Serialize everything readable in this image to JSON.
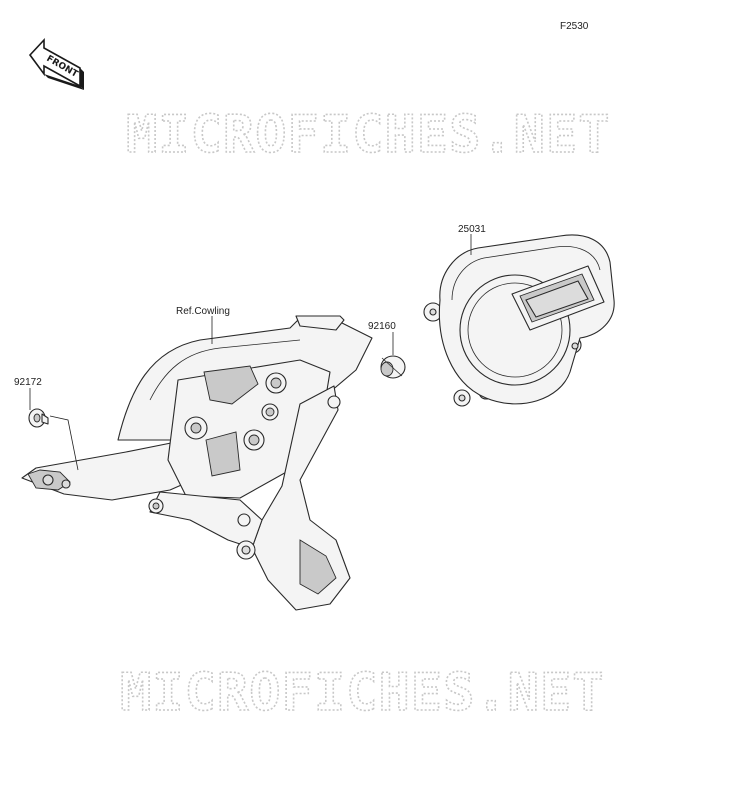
{
  "diagram": {
    "figure_code": "F2530",
    "front_indicator": "FRONT",
    "watermark_text": "MICROFICHES.NET",
    "callouts": {
      "meter_assembly": "25031",
      "grommet": "92160",
      "reference_cowling": "Ref.Cowling",
      "bolt": "92172"
    },
    "colors": {
      "line": "#2a2a2a",
      "fill": "#f4f4f4",
      "shade": "#c9c9c9",
      "watermark": "#c8c8c8"
    }
  }
}
